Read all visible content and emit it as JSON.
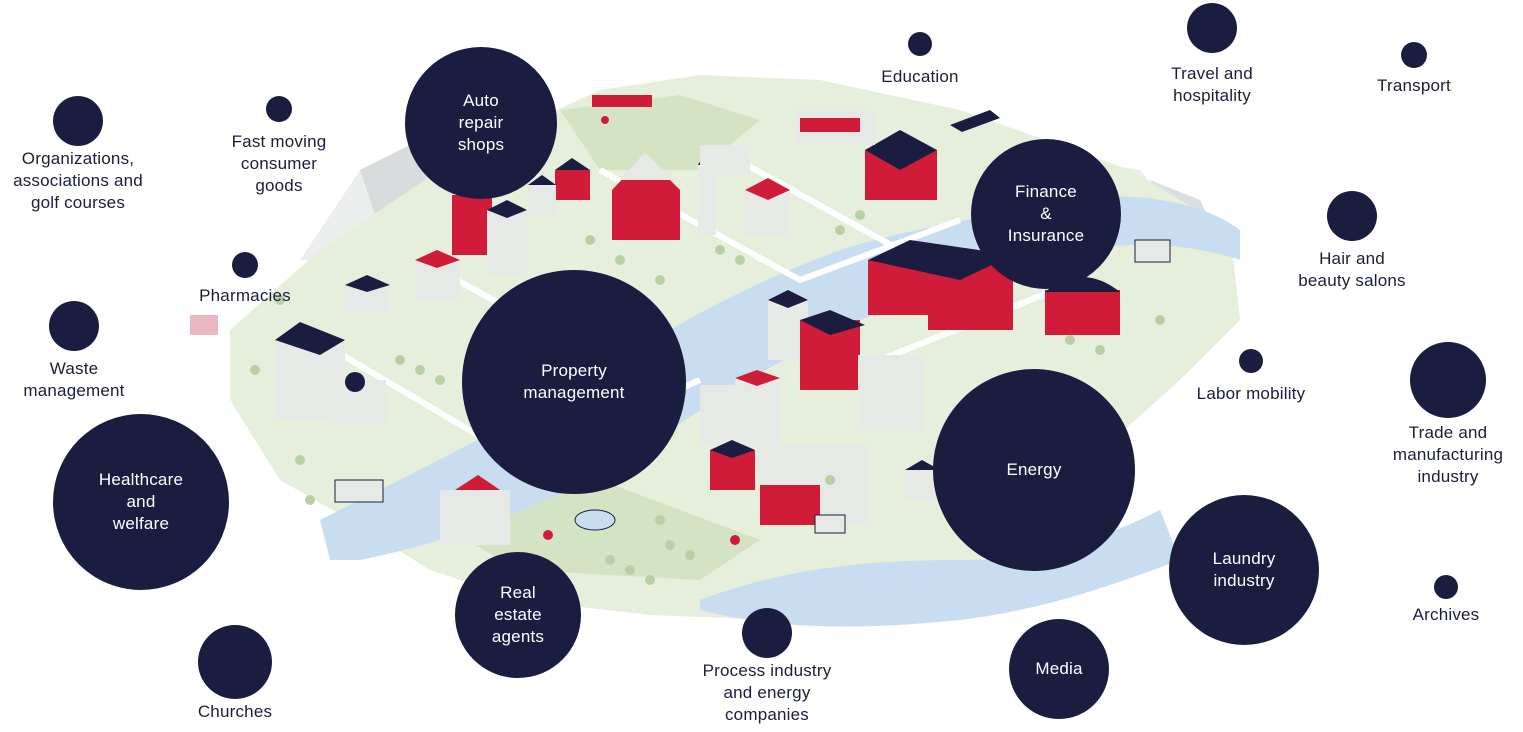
{
  "colors": {
    "navy": "#1b1d40",
    "red": "#d01c38",
    "green_light": "#e2ecd7",
    "green_mid": "#c9dab7",
    "water": "#c8def0",
    "building": "#e6e9e6",
    "roof_dark": "#1b1d40"
  },
  "illustration": {
    "description_icon": "isometric-city-icon"
  },
  "industries": [
    {
      "id": "organizations",
      "label": "Organizations,\nassociations and\ngolf courses",
      "size": "small"
    },
    {
      "id": "fmcg",
      "label": "Fast moving\nconsumer\ngoods",
      "size": "tiny"
    },
    {
      "id": "auto-repair",
      "label": "Auto\nrepair\nshops",
      "size": "large"
    },
    {
      "id": "education",
      "label": "Education",
      "size": "tiny"
    },
    {
      "id": "travel",
      "label": "Travel and\nhospitality",
      "size": "small"
    },
    {
      "id": "transport",
      "label": "Transport",
      "size": "tiny"
    },
    {
      "id": "pharmacies",
      "label": "Pharmacies",
      "size": "tiny"
    },
    {
      "id": "finance",
      "label": "Finance\n&\nInsurance",
      "size": "large"
    },
    {
      "id": "hair-beauty",
      "label": "Hair and\nbeauty salons",
      "size": "small"
    },
    {
      "id": "waste",
      "label": "Waste\nmanagement",
      "size": "small"
    },
    {
      "id": "property",
      "label": "Property\nmanagement",
      "size": "xlarge"
    },
    {
      "id": "labor",
      "label": "Labor mobility",
      "size": "tiny"
    },
    {
      "id": "trade",
      "label": "Trade and\nmanufacturing\nindustry",
      "size": "medium"
    },
    {
      "id": "healthcare",
      "label": "Healthcare\nand\nwelfare",
      "size": "large"
    },
    {
      "id": "energy",
      "label": "Energy",
      "size": "xlarge"
    },
    {
      "id": "laundry",
      "label": "Laundry\nindustry",
      "size": "large"
    },
    {
      "id": "archives",
      "label": "Archives",
      "size": "tiny"
    },
    {
      "id": "real-estate",
      "label": "Real\nestate\nagents",
      "size": "large"
    },
    {
      "id": "process",
      "label": "Process industry\nand energy\ncompanies",
      "size": "small"
    },
    {
      "id": "media",
      "label": "Media",
      "size": "large"
    },
    {
      "id": "churches",
      "label": "Churches",
      "size": "medium"
    }
  ]
}
